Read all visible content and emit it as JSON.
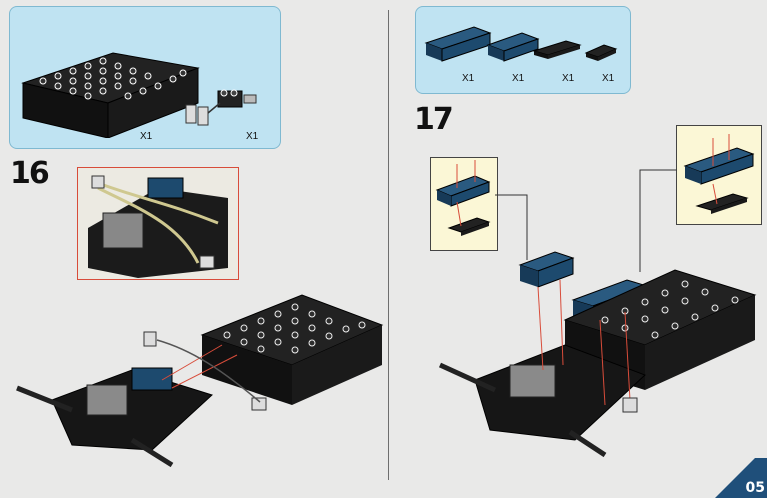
{
  "step16": {
    "number": "16",
    "parts": [
      {
        "name": "brick-box",
        "qty": "X1"
      },
      {
        "name": "connector-assembly",
        "qty": "X1"
      }
    ]
  },
  "step17": {
    "number": "17",
    "parts": [
      {
        "name": "blue-technic-brick-1x6",
        "qty": "X1"
      },
      {
        "name": "blue-brick-1x4",
        "qty": "X1"
      },
      {
        "name": "black-plate-1x4",
        "qty": "X1"
      },
      {
        "name": "black-plate-1x2",
        "qty": "X1"
      }
    ]
  },
  "page": {
    "number": "05"
  },
  "colors": {
    "parts_box": "#bfe3f2",
    "accent_red": "#d84c3a",
    "brick_blue": "#1d4a6e",
    "callout_yellow": "#fbf7d6",
    "page_badge": "#1f4f7a"
  }
}
